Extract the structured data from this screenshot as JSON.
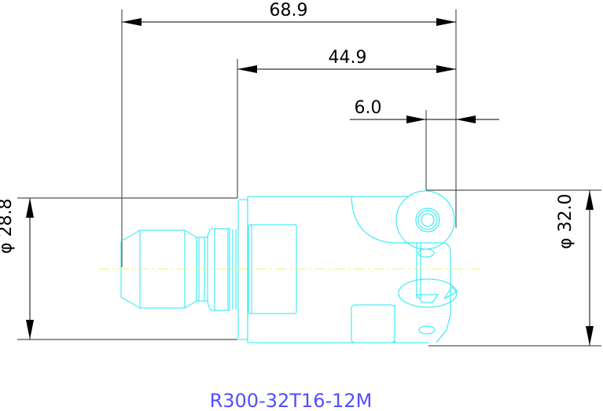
{
  "drawing": {
    "title": "R300-32T16-12M",
    "dimensions": {
      "overall_length": "68.9",
      "head_length": "44.9",
      "insert_offset": "6.0",
      "shank_diameter": "φ 28.8",
      "cutting_diameter": "φ 32.0"
    },
    "colors": {
      "part_outline": "#20e8f0",
      "centerline": "#f0f080",
      "dimension": "#000000",
      "title": "#5050ff"
    }
  }
}
